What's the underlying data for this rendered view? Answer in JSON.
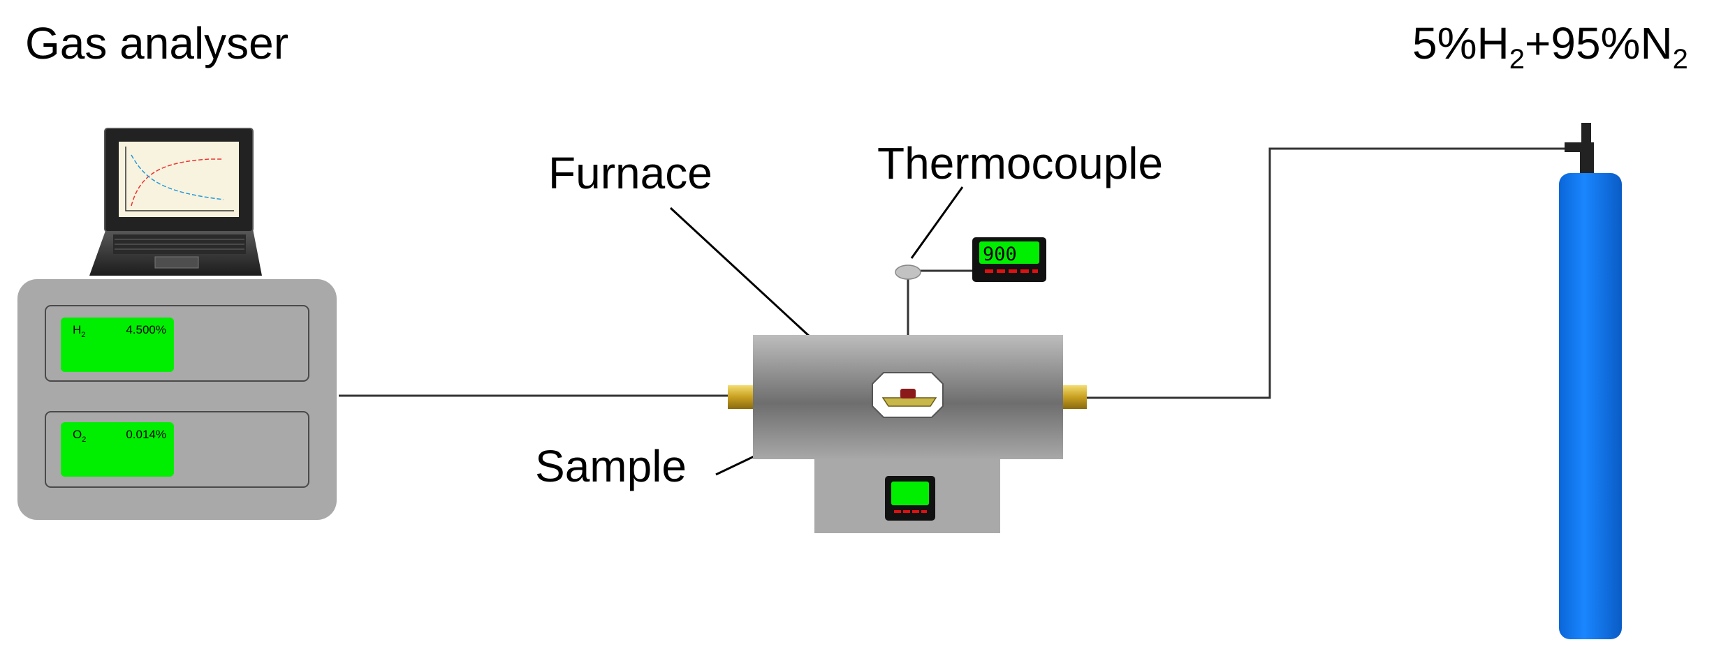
{
  "labels": {
    "gas_analyser": "Gas analyser",
    "furnace": "Furnace",
    "thermocouple": "Thermocouple",
    "sample": "Sample"
  },
  "cylinder": {
    "pre": "5%H",
    "h_sub": "2",
    "mid": "+95%N",
    "n_sub": "2"
  },
  "analyser": {
    "h2": {
      "name": "H",
      "sub": "2",
      "value": "4.500%"
    },
    "o2": {
      "name": "O",
      "sub": "2",
      "value": "0.014%"
    }
  },
  "thermocouple_display": {
    "value": "900"
  },
  "colors": {
    "display_green": "#00ee00",
    "cylinder_blue": "#0a74ee",
    "analyser_grey": "#a9a9a9",
    "button_red": "#e01010",
    "brass": "#c8a020"
  }
}
